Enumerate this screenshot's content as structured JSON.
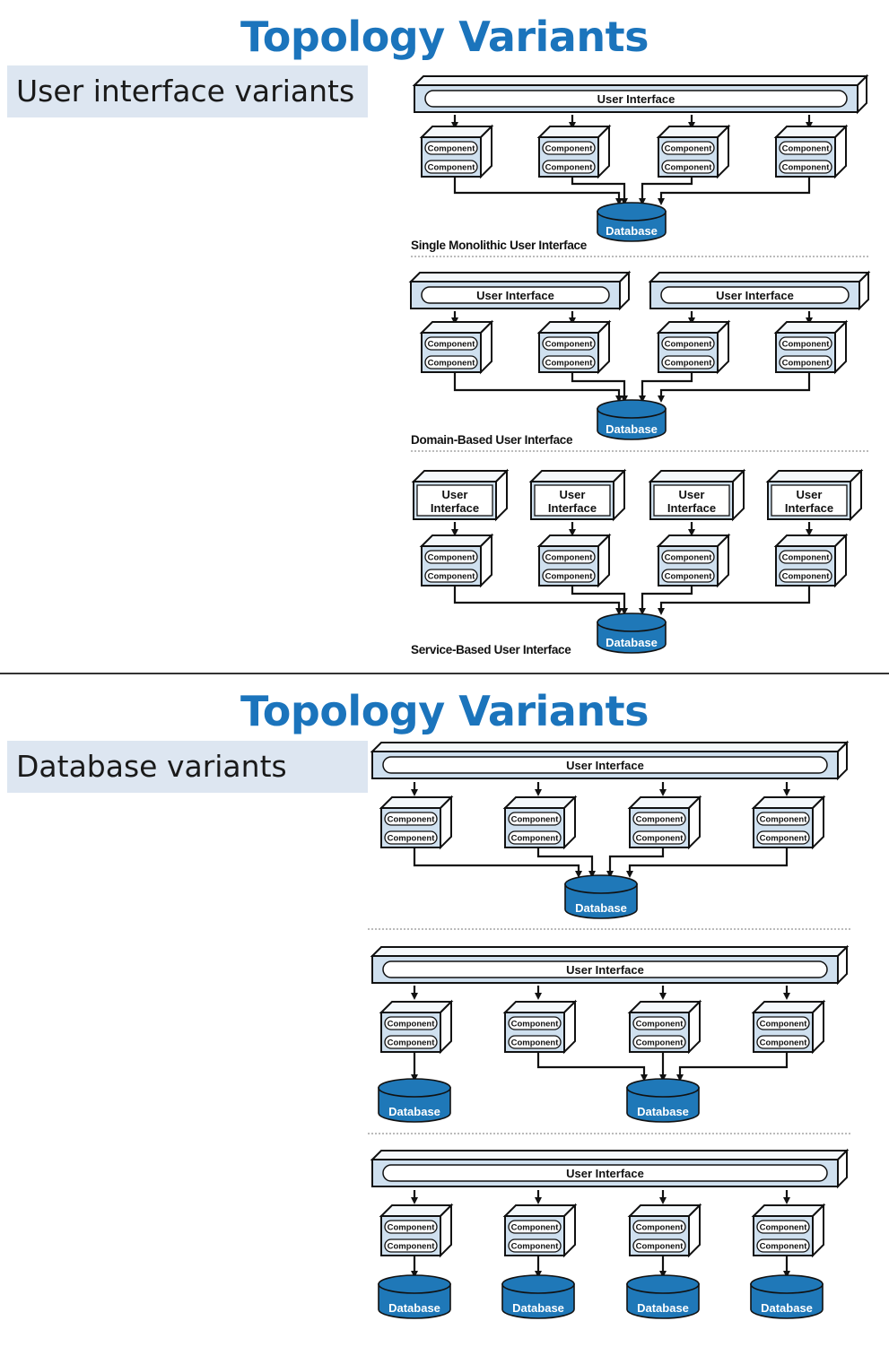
{
  "slide1": {
    "title": "Topology Variants",
    "subtitle": "User interface variants",
    "captions": {
      "single": "Single Monolithic User Interface",
      "domain": "Domain-Based User Interface",
      "service": "Service-Based User Interface"
    }
  },
  "slide2": {
    "title": "Topology Variants",
    "subtitle": "Database variants"
  },
  "labels": {
    "user_interface": "User Interface",
    "user": "User",
    "interface": "Interface",
    "component": "Component",
    "database": "Database"
  },
  "colors": {
    "title": "#1b74bc",
    "box_face": "#cfe0ef",
    "database": "#1f78b8",
    "subtitle_bg": "#dde6f1"
  }
}
